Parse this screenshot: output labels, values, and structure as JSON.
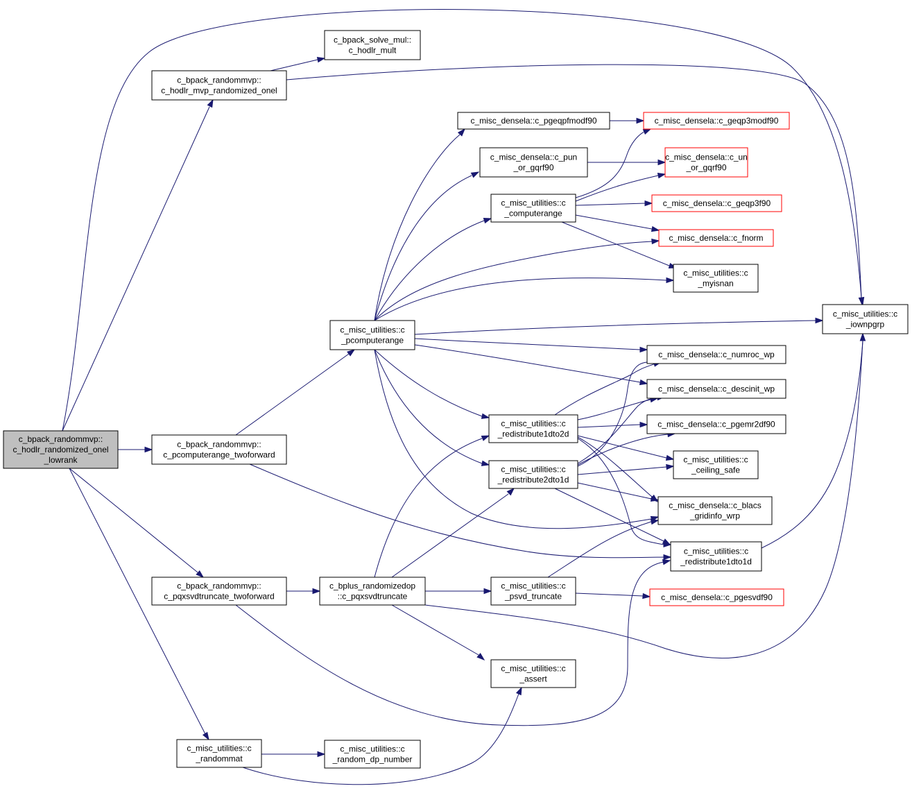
{
  "graph": {
    "colors": {
      "edge": "#191970",
      "node_border": "#000000",
      "external_border": "#ff0000",
      "root_fill": "#bfbfbf"
    },
    "nodes": {
      "root": [
        "c_bpack_randommvp::",
        "c_hodlr_randomized_onel",
        "_lowrank"
      ],
      "hodlr_mvp": [
        "c_bpack_randommvp::",
        "c_hodlr_mvp_randomized_onel"
      ],
      "hodlr_mult": [
        "c_bpack_solve_mul::",
        "c_hodlr_mult"
      ],
      "pcomp_two": [
        "c_bpack_randommvp::",
        "c_pcomputerange_twoforward"
      ],
      "pqxsvd_two": [
        "c_bpack_randommvp::",
        "c_pqxsvdtruncate_twoforward"
      ],
      "randommat": [
        "c_misc_utilities::c",
        "_randommat"
      ],
      "random_dp": [
        "c_misc_utilities::c",
        "_random_dp_number"
      ],
      "pcomputerange": [
        "c_misc_utilities::c",
        "_pcomputerange"
      ],
      "pqxsvd": [
        "c_bplus_randomizedop",
        "::c_pqxsvdtruncate"
      ],
      "pgeqpf": [
        "c_misc_densela::c_pgeqpfmodf90"
      ],
      "pun": [
        "c_misc_densela::c_pun",
        "_or_gqrf90"
      ],
      "computerange": [
        "c_misc_utilities::c",
        "_computerange"
      ],
      "redist1d2d": [
        "c_misc_utilities::c",
        "_redistribute1dto2d"
      ],
      "redist2d1d": [
        "c_misc_utilities::c",
        "_redistribute2dto1d"
      ],
      "psvd": [
        "c_misc_utilities::c",
        "_psvd_truncate"
      ],
      "assert": [
        "c_misc_utilities::c",
        "_assert"
      ],
      "geqp3modf": [
        "c_misc_densela::c_geqp3modf90"
      ],
      "un_or": [
        "c_misc_densela::c_un",
        "_or_gqrf90"
      ],
      "geqp3f": [
        "c_misc_densela::c_geqp3f90"
      ],
      "fnorm": [
        "c_misc_densela::c_fnorm"
      ],
      "myisnan": [
        "c_misc_utilities::c",
        "_myisnan"
      ],
      "numroc": [
        "c_misc_densela::c_numroc_wp"
      ],
      "descinit": [
        "c_misc_densela::c_descinit_wp"
      ],
      "pgemr2d": [
        "c_misc_densela::c_pgemr2df90"
      ],
      "ceiling": [
        "c_misc_utilities::c",
        "_ceiling_safe"
      ],
      "blacs": [
        "c_misc_densela::c_blacs",
        "_gridinfo_wrp"
      ],
      "redist1d1d": [
        "c_misc_utilities::c",
        "_redistribute1dto1d"
      ],
      "pgesvd": [
        "c_misc_densela::c_pgesvdf90"
      ],
      "iownpgrp": [
        "c_misc_utilities::c",
        "_iownpgrp"
      ]
    }
  }
}
